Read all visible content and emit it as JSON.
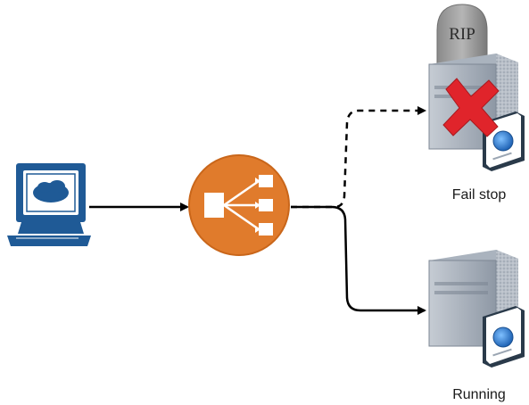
{
  "nodes": {
    "client": {
      "icon": "computer-terminal-icon"
    },
    "load_balancer": {
      "icon": "load-balancer-icon",
      "color": "#E07B2C"
    },
    "server_failed": {
      "icon": "server-icon",
      "label": "Fail stop",
      "tombstone_text": "RIP",
      "status_icon": "red-x-icon"
    },
    "server_running": {
      "icon": "server-icon",
      "label": "Running"
    }
  },
  "edges": [
    {
      "from": "client",
      "to": "load_balancer",
      "style": "solid"
    },
    {
      "from": "load_balancer",
      "to": "server_failed",
      "style": "dashed"
    },
    {
      "from": "load_balancer",
      "to": "server_running",
      "style": "solid"
    }
  ],
  "colors": {
    "client_blue": "#1F5A96",
    "balancer_orange": "#E07B2C",
    "server_gray": "#9AA5B2",
    "fail_red": "#E0242B",
    "status_blue": "#2F84D0"
  }
}
